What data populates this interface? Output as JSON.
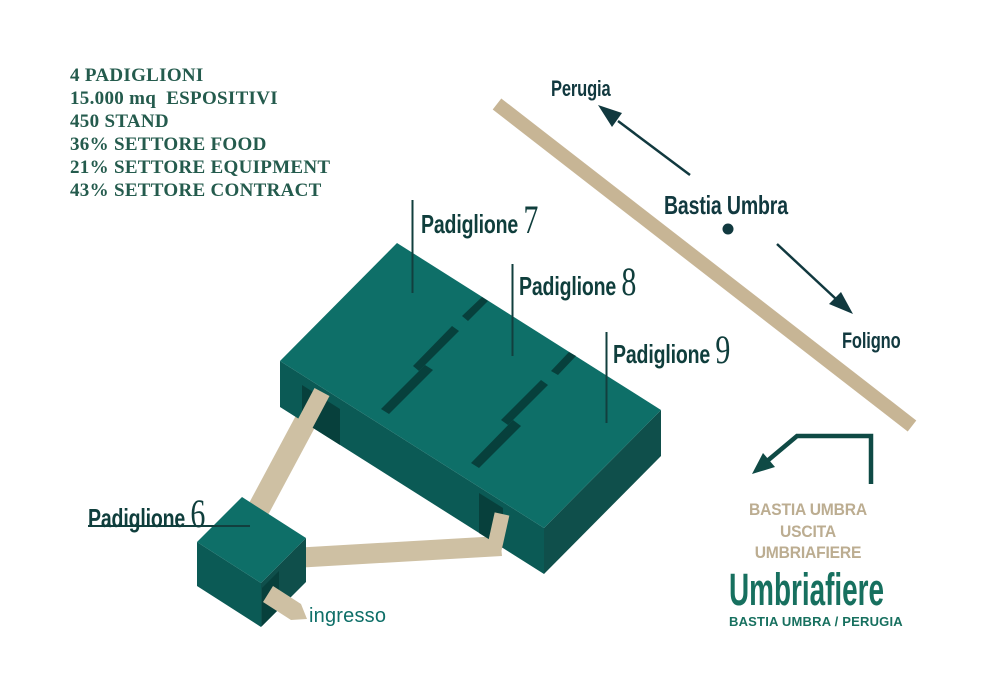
{
  "stats": {
    "lines": [
      "4 PADIGLIONI",
      "15.000 mq  ESPOSITIVI",
      "450 STAND",
      "36% SETTORE FOOD",
      "21% SETTORE EQUIPMENT",
      "43% SETTORE CONTRACT"
    ]
  },
  "map": {
    "road": {
      "toward_top": "Perugia",
      "toward_bottom": "Foligno"
    },
    "town": {
      "label": "Bastia Umbra"
    },
    "pavilions": [
      {
        "name": "Padiglione",
        "number": "6"
      },
      {
        "name": "Padiglione",
        "number": "7"
      },
      {
        "name": "Padiglione",
        "number": "8"
      },
      {
        "name": "Padiglione",
        "number": "9"
      }
    ],
    "entrance": {
      "label": "ingresso"
    }
  },
  "exit_sign": {
    "lines": [
      "BASTIA UMBRA",
      "USCITA",
      "UMBRIAFIERE"
    ]
  },
  "logo": {
    "title": "Umbriafiere",
    "subtitle": "BASTIA UMBRA / PERUGIA"
  },
  "colors": {
    "pavilion_top": "#0E6F68",
    "pavilion_side_left": "#0B5A55",
    "pavilion_side_right": "#0F4F4B",
    "groove_dark": "#07403C",
    "road_beige": "#C7B595",
    "path_beige": "#CEC0A3",
    "ink_dark": "#11393F",
    "stats_green": "#245B4D",
    "label_teal": "#0F3E3C",
    "logo_green": "#17705F",
    "beige_text": "#BCAD91",
    "entrance_teal": "#0E6F68"
  }
}
